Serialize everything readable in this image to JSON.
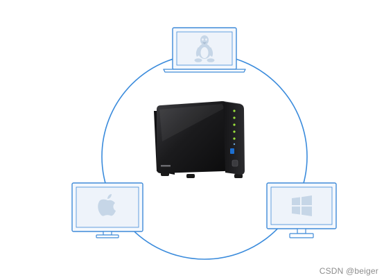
{
  "diagram": {
    "center_device": "nas-server",
    "clients": [
      {
        "id": "linux",
        "device": "laptop",
        "os_icon": "linux-tux-icon"
      },
      {
        "id": "mac",
        "device": "desktop-monitor",
        "os_icon": "apple-icon"
      },
      {
        "id": "windows",
        "device": "desktop-monitor",
        "os_icon": "windows-icon"
      }
    ],
    "colors": {
      "ring": "#3a8bdc",
      "device_outline": "#3f8ad8",
      "screen_fill": "#f4f8fd",
      "icon_fill": "#c6d6e7",
      "nas_body": "#1c1c1e",
      "nas_led": "#9be23c"
    }
  },
  "watermark": "CSDN @beiger"
}
